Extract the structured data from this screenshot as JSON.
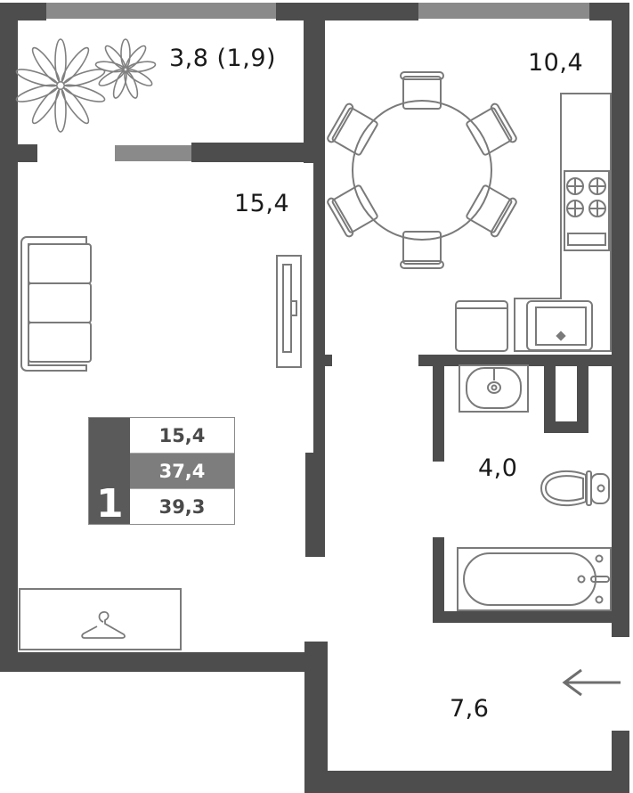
{
  "plan": {
    "rooms": [
      {
        "name": "balcony",
        "area": "3,8 (1,9)"
      },
      {
        "name": "kitchen",
        "area": "10,4"
      },
      {
        "name": "living-room",
        "area": "15,4"
      },
      {
        "name": "bathroom",
        "area": "4,0"
      },
      {
        "name": "hallway",
        "area": "7,6"
      }
    ],
    "summary": {
      "rooms_count": "1",
      "living_area": "15,4",
      "total_area": "37,4",
      "total_with_balcony": "39,3"
    },
    "entrance_icon": "arrow-left-icon",
    "colors": {
      "wall": "#4d4d4d",
      "window": "#8a8a8a",
      "furniture": "#7a7a7a",
      "highlight": "#7d7d7d"
    }
  }
}
